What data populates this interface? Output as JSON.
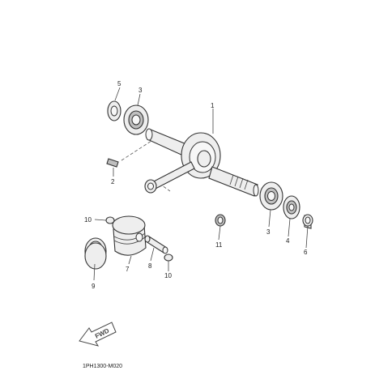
{
  "callouts": [
    "1",
    "2",
    "3",
    "3",
    "4",
    "5",
    "6",
    "7",
    "8",
    "9",
    "10",
    "10",
    "11"
  ],
  "direction_label": "FWD",
  "diagram_code": "1PH1300-M020",
  "colors": {
    "line": "#333333",
    "fill": "#eeeeee",
    "shade": "#bfbfbf"
  }
}
